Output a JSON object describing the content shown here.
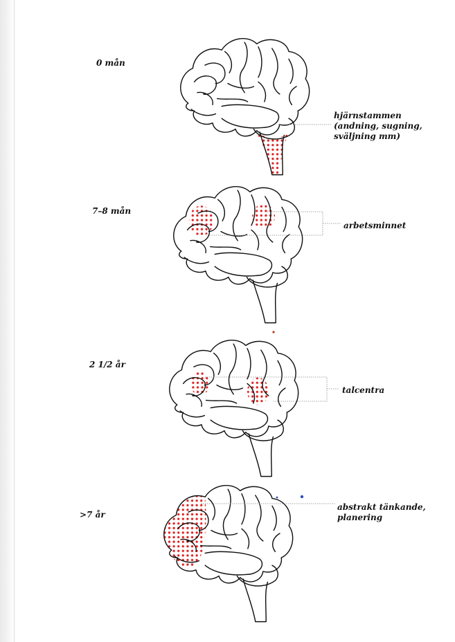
{
  "stages": [
    {
      "age": "0 mån",
      "callout": [
        "hjärnstammen",
        "(andning, sugning,",
        "sväljning mm)"
      ]
    },
    {
      "age": "7–8 mån",
      "callout": [
        "arbetsminnet"
      ]
    },
    {
      "age": "2 1/2 år",
      "callout": [
        "talcentra"
      ]
    },
    {
      "age": ">7 år",
      "callout": [
        "abstrakt tänkande,",
        "planering"
      ]
    }
  ],
  "colors": {
    "highlight": "#e02020",
    "line": "#111111",
    "leader": "#888888"
  }
}
